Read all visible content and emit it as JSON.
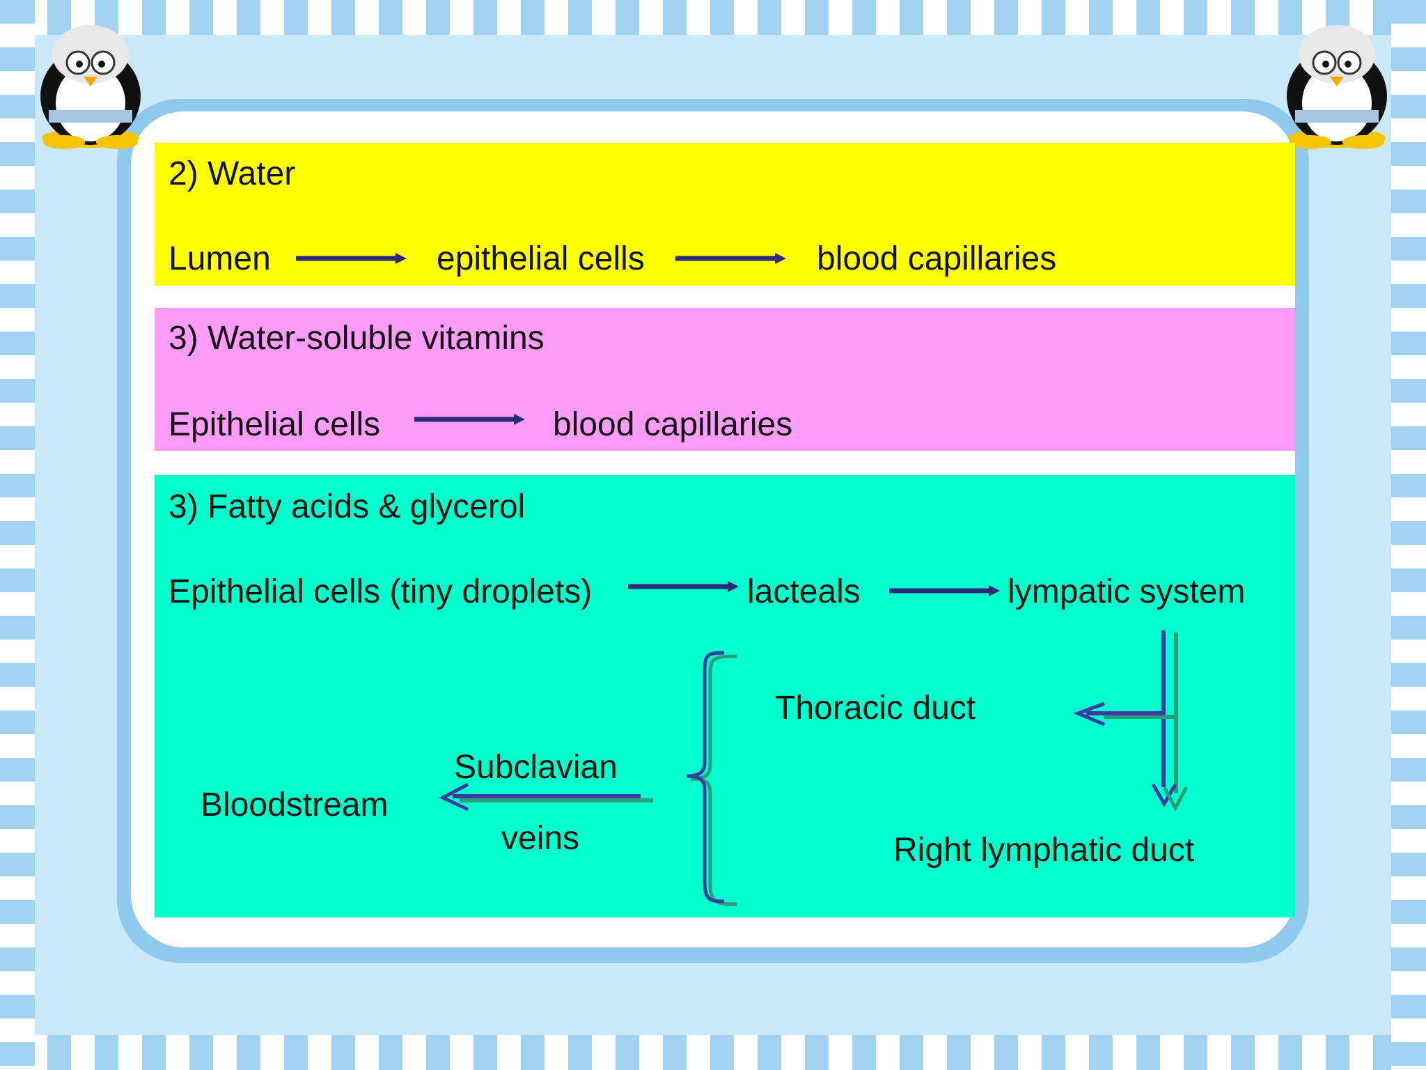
{
  "water": {
    "heading": "2) Water",
    "flow": [
      "Lumen",
      "epithelial cells",
      "blood capillaries"
    ]
  },
  "vitamins": {
    "heading": "3) Water-soluble vitamins",
    "flow": [
      "Epithelial cells",
      "blood capillaries"
    ]
  },
  "fats": {
    "heading": "3) Fatty acids & glycerol",
    "flow": [
      "Epithelial cells (tiny droplets)",
      "lacteals",
      "lympatic system"
    ],
    "thoracic": "Thoracic duct",
    "right_duct": "Right lymphatic duct",
    "subclavian": "Subclavian",
    "veins": "veins",
    "bloodstream": "Bloodstream"
  },
  "colors": {
    "yellow_band": "#ffff00",
    "pink_band": "#ff9cfa",
    "teal_band": "#00ffcc",
    "arrow": "#2b2a78",
    "bracket": "#3a3aa0"
  }
}
